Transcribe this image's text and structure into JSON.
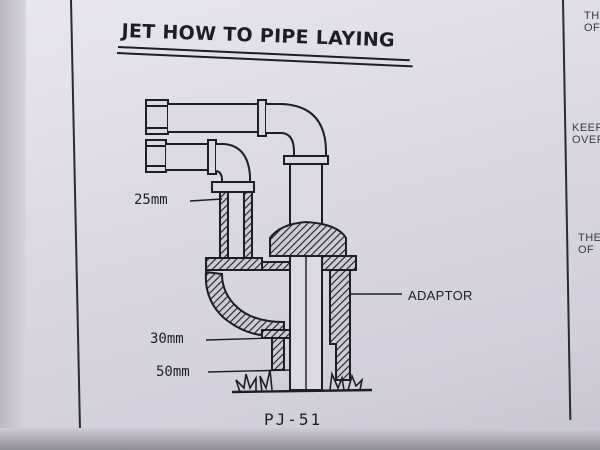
{
  "title": "JET HOW TO PIPE LAYING",
  "margin_notes": [
    {
      "line1": "THE",
      "line2": "OF"
    },
    {
      "line1": "KEEF",
      "line2": "OVEF"
    },
    {
      "line1": "THE",
      "line2": "OF"
    }
  ],
  "labels": {
    "size_25": "25mm",
    "size_30": "30mm",
    "size_50": "50mm",
    "adaptor": "ADAPTOR",
    "model": "PJ-51"
  },
  "colors": {
    "paper": "#ddd9e3",
    "ink": "#1f1d24"
  }
}
